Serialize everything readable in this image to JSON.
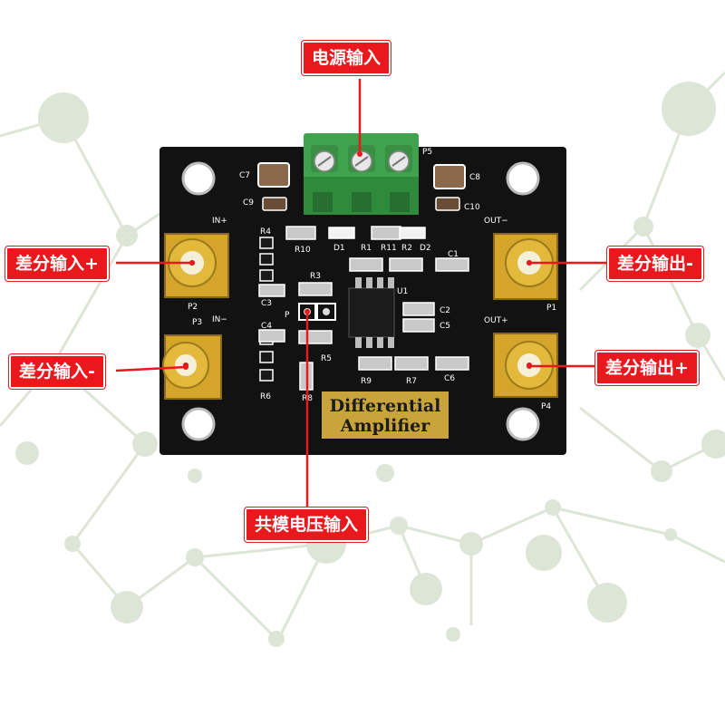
{
  "labels": {
    "power_input": "电源输入",
    "diff_input_pos": "差分输入+",
    "diff_input_neg": "差分输入-",
    "diff_output_neg": "差分输出-",
    "diff_output_pos": "差分输出+",
    "common_mode_input": "共模电压输入"
  },
  "pcb": {
    "title_line1": "Differential",
    "title_line2": "Amplifier",
    "silk": {
      "in_plus": "IN+",
      "in_minus": "IN−",
      "out_minus": "OUT−",
      "out_plus": "OUT+",
      "p1": "P1",
      "p2": "P2",
      "p3": "P3",
      "p4": "P4",
      "p5": "P5",
      "c1": "C1",
      "c2": "C2",
      "c3": "C3",
      "c4": "C4",
      "c5": "C5",
      "c6": "C6",
      "c7": "C7",
      "c8": "C8",
      "c9": "C9",
      "c10": "C10",
      "r1": "R1",
      "r2": "R2",
      "r3": "R3",
      "r4": "R4",
      "r5": "R5",
      "r6": "R6",
      "r7": "R7",
      "r8": "R8",
      "r9": "R9",
      "r10": "R10",
      "r11": "R11",
      "d1": "D1",
      "d2": "D2",
      "u1": "U1",
      "p": "P"
    }
  },
  "colors": {
    "callout": "#e8181c",
    "pcb": "#121212",
    "terminal": "#3fa34d",
    "gold": "#d4a52a",
    "network": "#d9e3cf"
  }
}
